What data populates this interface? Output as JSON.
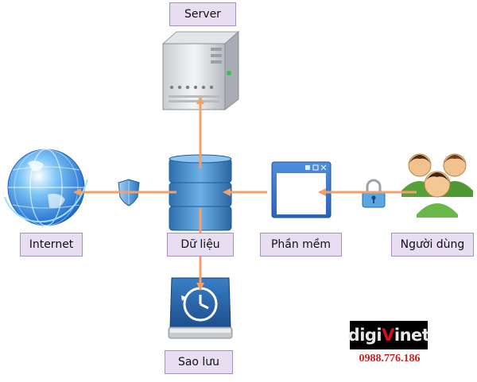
{
  "nodes": {
    "server": "Server",
    "internet": "Internet",
    "data": "Dữ liệu",
    "software": "Phần mềm",
    "users": "Người dùng",
    "backup": "Sao lưu"
  },
  "brand": {
    "left": "digi",
    "mid": "V",
    "right": "inet",
    "phone": "0988.776.186"
  },
  "icons": [
    "server-icon",
    "globe-icon",
    "database-icon",
    "window-icon",
    "users-icon",
    "backup-drive-icon",
    "shield-icon",
    "padlock-icon"
  ],
  "colors": {
    "arrow": "#f4a06a",
    "label_fill": "#e7def2",
    "label_border": "#a68fc4",
    "database": "#3b7fc0",
    "brand_red": "#d4121c"
  }
}
